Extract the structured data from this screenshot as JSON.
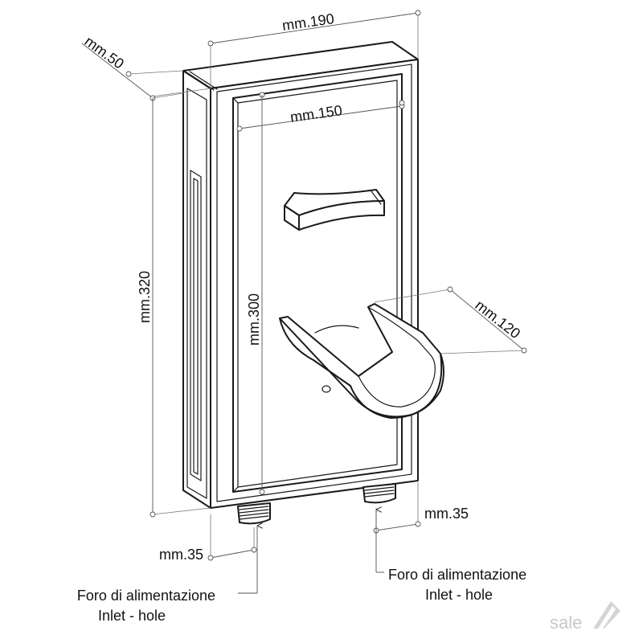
{
  "dimensions": {
    "width": "mm.190",
    "depth": "mm.50",
    "inner_width": "mm.150",
    "height": "mm.320",
    "inner_height": "mm.300",
    "cradle": "mm.120",
    "inlet_left_offset": "mm.35",
    "inlet_right_offset": "mm.35"
  },
  "callouts": {
    "left": {
      "line1": "Foro di alimentazione",
      "line2": "Inlet - hole"
    },
    "right": {
      "line1": "Foro di alimentazione",
      "line2": "Inlet - hole"
    }
  },
  "logo": {
    "text": "sale"
  },
  "colors": {
    "line": "#1a1a1a",
    "dimension": "#555555",
    "logo": "#c8c8c8",
    "background": "#ffffff"
  }
}
